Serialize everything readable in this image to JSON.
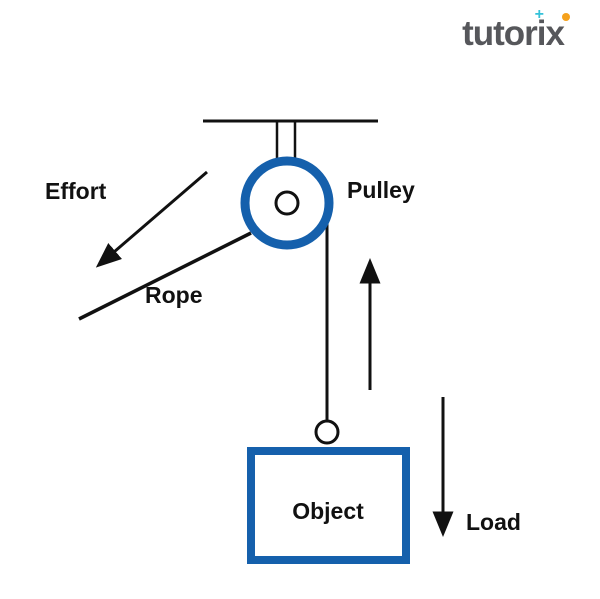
{
  "logo": {
    "part1": "tutori",
    "part2": "x",
    "sparkle": "+"
  },
  "colors": {
    "blue": "#1560ac",
    "ink": "#111111",
    "logo_gray": "#56575b",
    "accent_cyan": "#35c2d9",
    "accent_orange": "#f5a11c"
  },
  "labels": {
    "effort": "Effort",
    "rope": "Rope",
    "pulley": "Pulley",
    "object": "Object",
    "load": "Load"
  }
}
